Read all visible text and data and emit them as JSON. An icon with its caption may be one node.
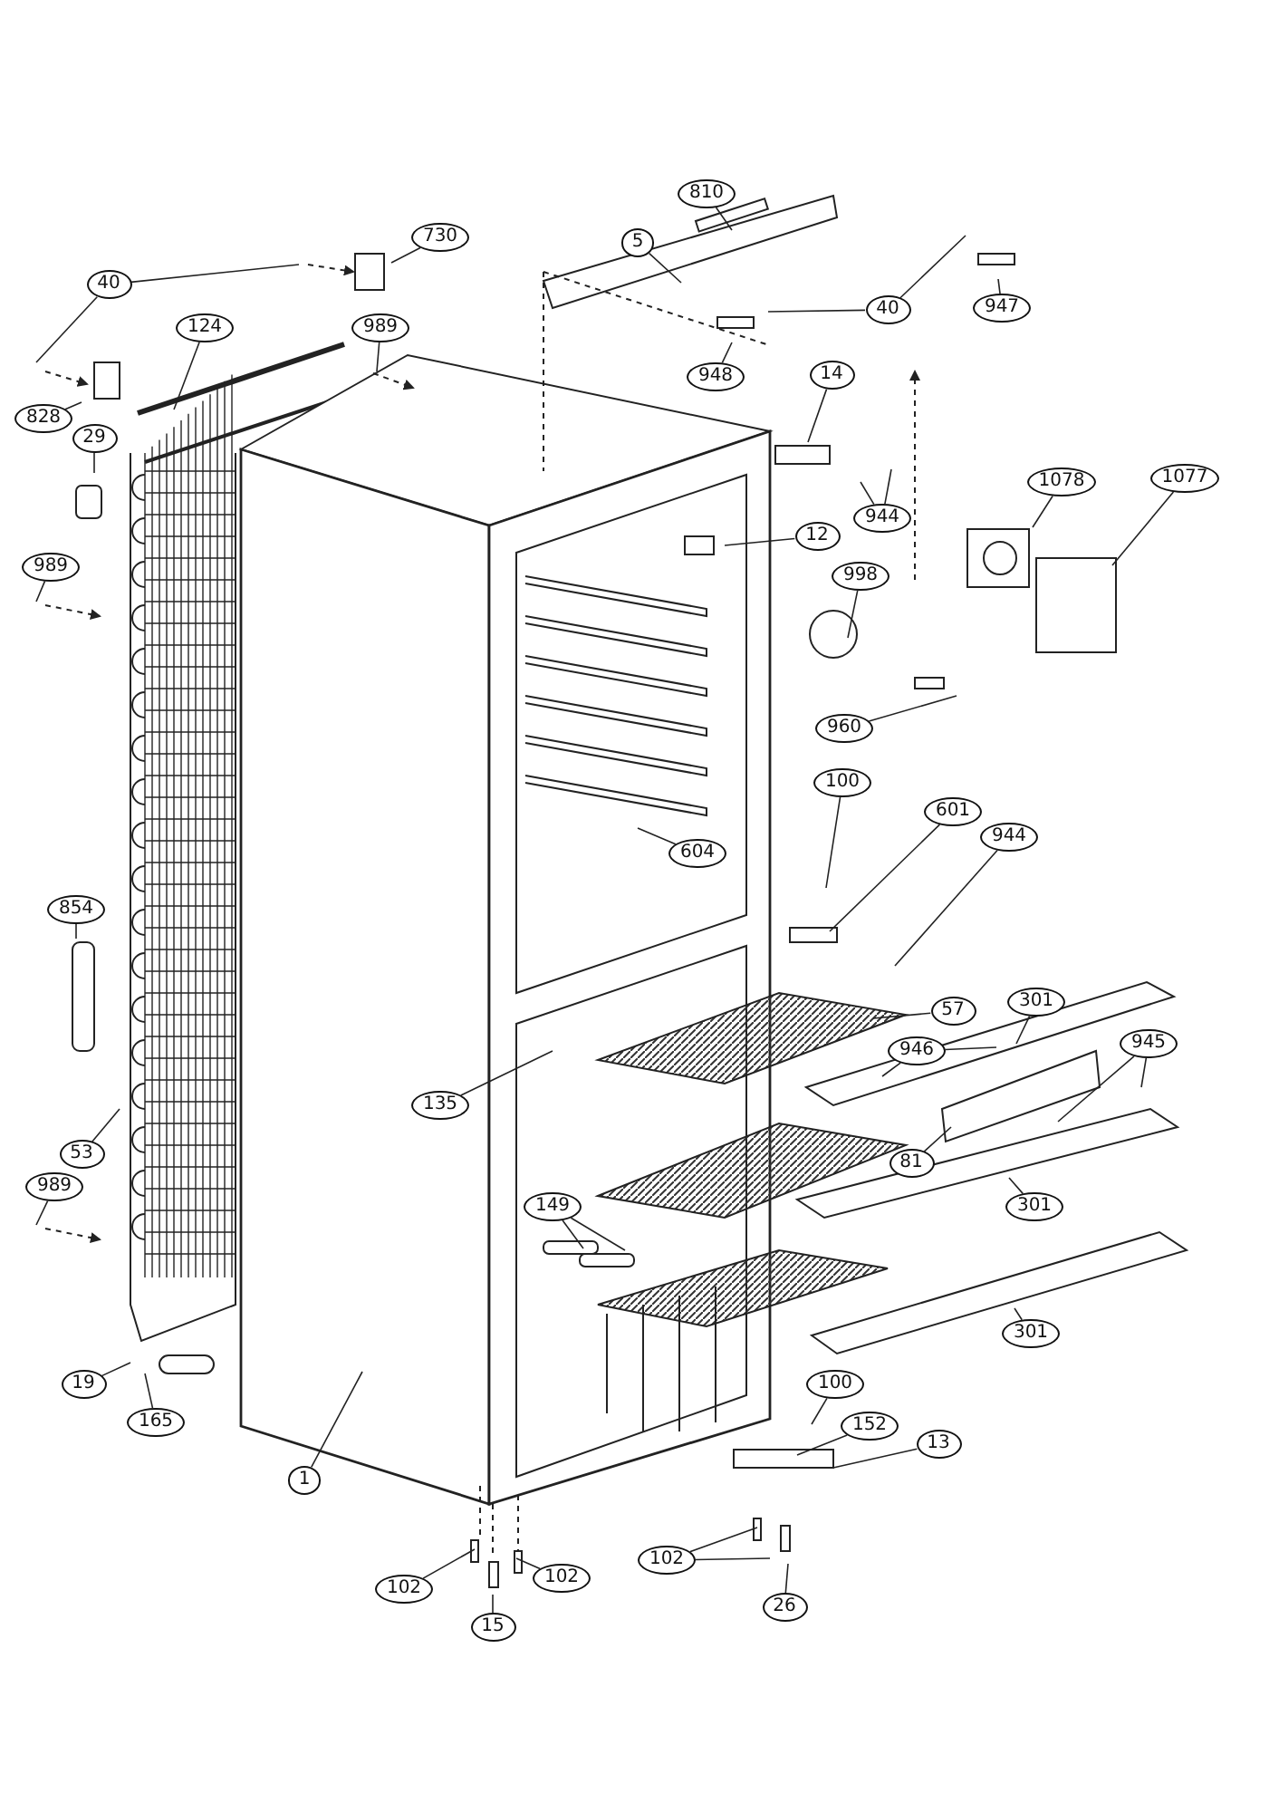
{
  "diagram": {
    "nodes": [
      {
        "text": [
          "810"
        ]
      },
      {
        "text": [
          "730"
        ]
      },
      {
        "text": [
          "40"
        ]
      },
      {
        "text": [
          "5"
        ]
      },
      {
        "text": [
          "124"
        ]
      },
      {
        "text": [
          "989"
        ]
      },
      {
        "text": [
          "40"
        ]
      },
      {
        "text": [
          "947"
        ]
      },
      {
        "text": [
          "828"
        ]
      },
      {
        "text": [
          "29"
        ]
      },
      {
        "text": [
          "948"
        ]
      },
      {
        "text": [
          "14"
        ]
      },
      {
        "text": [
          "1078"
        ]
      },
      {
        "text": [
          "1077"
        ]
      },
      {
        "text": [
          "989"
        ]
      },
      {
        "text": [
          "12"
        ]
      },
      {
        "text": [
          "944"
        ]
      },
      {
        "text": [
          "998"
        ]
      },
      {
        "text": [
          "960"
        ]
      },
      {
        "text": [
          "100"
        ]
      },
      {
        "text": [
          "601"
        ]
      },
      {
        "text": [
          "944"
        ]
      },
      {
        "text": [
          "604"
        ]
      },
      {
        "text": [
          "854"
        ]
      },
      {
        "text": [
          "57"
        ]
      },
      {
        "text": [
          "301"
        ]
      },
      {
        "text": [
          "946"
        ]
      },
      {
        "text": [
          "945"
        ]
      },
      {
        "text": [
          "135"
        ]
      },
      {
        "text": [
          "81"
        ]
      },
      {
        "text": [
          "301"
        ]
      },
      {
        "text": [
          "53"
        ]
      },
      {
        "text": [
          "149"
        ]
      },
      {
        "text": [
          "989"
        ]
      },
      {
        "text": [
          "301"
        ]
      },
      {
        "text": [
          "19"
        ]
      },
      {
        "text": [
          "165"
        ]
      },
      {
        "text": [
          "100"
        ]
      },
      {
        "text": [
          "152"
        ]
      },
      {
        "text": [
          "13"
        ]
      },
      {
        "text": [
          "1"
        ]
      },
      {
        "text": [
          "102"
        ]
      },
      {
        "text": [
          "102"
        ]
      },
      {
        "text": [
          "102"
        ]
      },
      {
        "text": [
          "15"
        ]
      },
      {
        "text": [
          "26"
        ]
      }
    ],
    "edges": [
      {
        "from": 0,
        "to": null,
        "arrow": "none"
      },
      {
        "from": 1,
        "to": null,
        "arrow": "none"
      },
      {
        "from": 2,
        "to": null,
        "arrow": "none"
      },
      {
        "from": 2,
        "to": null,
        "arrow": "none"
      },
      {
        "from": 3,
        "to": null,
        "arrow": "none"
      },
      {
        "from": 4,
        "to": null,
        "arrow": "none"
      },
      {
        "from": 5,
        "to": null,
        "arrow": "none"
      },
      {
        "from": 6,
        "to": null,
        "arrow": "none"
      },
      {
        "from": 6,
        "to": null,
        "arrow": "none"
      },
      {
        "from": 7,
        "to": null,
        "arrow": "none"
      },
      {
        "from": 8,
        "to": null,
        "arrow": "none"
      },
      {
        "from": 9,
        "to": null,
        "arrow": "none"
      },
      {
        "from": 10,
        "to": null,
        "arrow": "none"
      },
      {
        "from": 11,
        "to": null,
        "arrow": "none"
      },
      {
        "from": 12,
        "to": null,
        "arrow": "none"
      },
      {
        "from": 13,
        "to": null,
        "arrow": "none"
      },
      {
        "from": 14,
        "to": null,
        "arrow": "none"
      },
      {
        "from": 15,
        "to": null,
        "arrow": "none"
      },
      {
        "from": 16,
        "to": null,
        "arrow": "none"
      },
      {
        "from": 16,
        "to": null,
        "arrow": "none"
      },
      {
        "from": 17,
        "to": null,
        "arrow": "none"
      },
      {
        "from": 18,
        "to": null,
        "arrow": "none"
      },
      {
        "from": 19,
        "to": null,
        "arrow": "none"
      },
      {
        "from": 20,
        "to": null,
        "arrow": "none"
      },
      {
        "from": 21,
        "to": null,
        "arrow": "none"
      },
      {
        "from": 22,
        "to": null,
        "arrow": "none"
      },
      {
        "from": 23,
        "to": null,
        "arrow": "none"
      },
      {
        "from": 24,
        "to": null,
        "arrow": "none"
      },
      {
        "from": 25,
        "to": null,
        "arrow": "none"
      },
      {
        "from": 26,
        "to": null,
        "arrow": "none"
      },
      {
        "from": 26,
        "to": null,
        "arrow": "none"
      },
      {
        "from": 27,
        "to": null,
        "arrow": "none"
      },
      {
        "from": 27,
        "to": null,
        "arrow": "none"
      },
      {
        "from": 28,
        "to": null,
        "arrow": "none"
      },
      {
        "from": 29,
        "to": null,
        "arrow": "none"
      },
      {
        "from": 30,
        "to": null,
        "arrow": "none"
      },
      {
        "from": 31,
        "to": null,
        "arrow": "none"
      },
      {
        "from": 32,
        "to": null,
        "arrow": "none"
      },
      {
        "from": 32,
        "to": null,
        "arrow": "none"
      },
      {
        "from": 33,
        "to": null,
        "arrow": "none"
      },
      {
        "from": 34,
        "to": null,
        "arrow": "none"
      },
      {
        "from": 35,
        "to": null,
        "arrow": "none"
      },
      {
        "from": 36,
        "to": null,
        "arrow": "none"
      },
      {
        "from": 37,
        "to": null,
        "arrow": "none"
      },
      {
        "from": 38,
        "to": null,
        "arrow": "none"
      },
      {
        "from": 39,
        "to": null,
        "arrow": "none"
      },
      {
        "from": 40,
        "to": null,
        "arrow": "none"
      },
      {
        "from": 41,
        "to": null,
        "arrow": "none"
      },
      {
        "from": 42,
        "to": null,
        "arrow": "none"
      },
      {
        "from": 43,
        "to": null,
        "arrow": "none"
      },
      {
        "from": 43,
        "to": null,
        "arrow": "none"
      },
      {
        "from": 44,
        "to": null,
        "arrow": "none"
      },
      {
        "from": 45,
        "to": null,
        "arrow": "none"
      }
    ]
  }
}
